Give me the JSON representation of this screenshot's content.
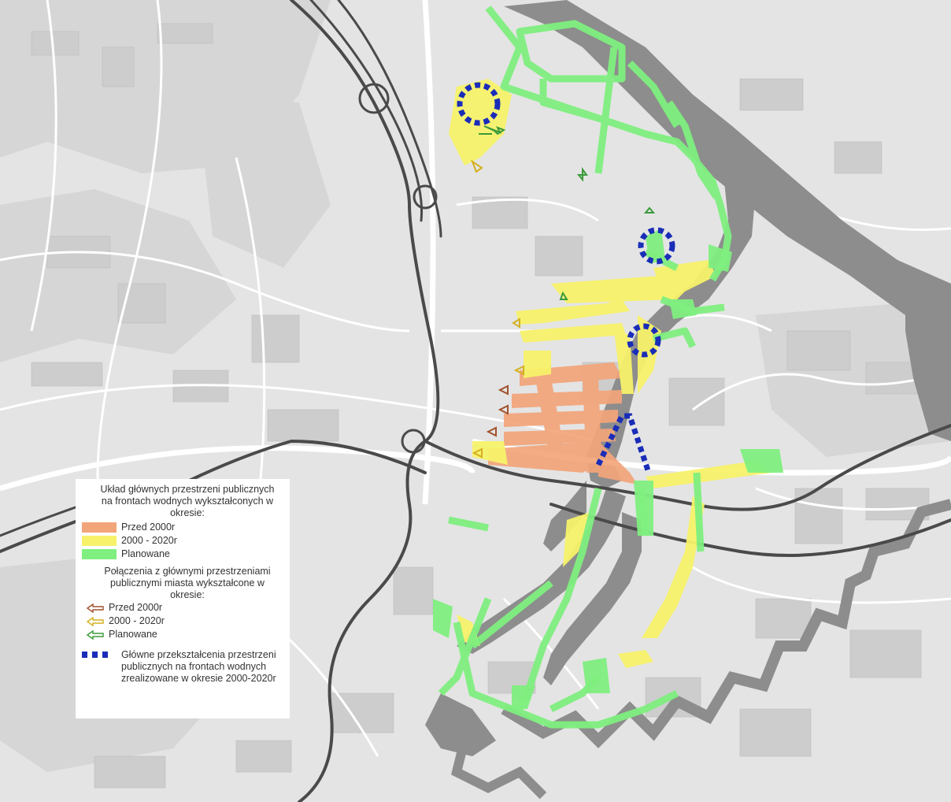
{
  "map": {
    "colors": {
      "background": "#e9e9e9",
      "land": "#dedede",
      "building": "#c7c7c7",
      "water": "#8d8d8d",
      "road": "#ffffff",
      "rail": "#4d4d4d",
      "before_2000": "#f3a57a",
      "period_2000_2020": "#f7f26a",
      "planned": "#7fef7f",
      "transformation": "#1a2db8"
    },
    "legend": {
      "title": "Układ głównych przestrzeni publicznych na frontach wodnych wykształconych w okresie:",
      "areas": [
        {
          "label": "Przed 2000r",
          "color": "#f3a57a"
        },
        {
          "label": "2000 - 2020r",
          "color": "#f7f26a"
        },
        {
          "label": "Planowane",
          "color": "#7fef7f"
        }
      ],
      "connections_title": "Połączenia z głównymi przestrzeniami publicznymi miasta wykształcone w okresie:",
      "connections": [
        {
          "label": "Przed 2000r",
          "color": "#a0522d"
        },
        {
          "label": "2000 - 2020r",
          "color": "#d4b020"
        },
        {
          "label": "Planowane",
          "color": "#3a9a3a"
        }
      ],
      "transformations_label": "Główne przekształcenia przestrzeni publicznych na frontach wodnych zrealizowane w okresie 2000-2020r"
    }
  }
}
